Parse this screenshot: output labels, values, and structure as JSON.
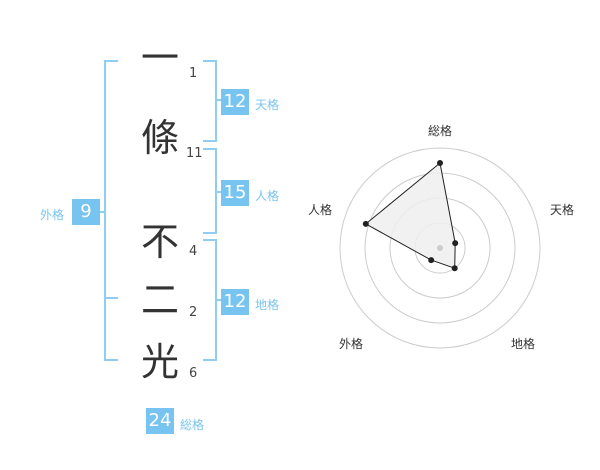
{
  "name": {
    "characters": [
      {
        "char": "一",
        "strokes": "1"
      },
      {
        "char": "條",
        "strokes": "11"
      },
      {
        "char": "不",
        "strokes": "4"
      },
      {
        "char": "二",
        "strokes": "2"
      },
      {
        "char": "光",
        "strokes": "6"
      }
    ]
  },
  "fortune": {
    "tenkaku": {
      "label": "天格",
      "value": "12"
    },
    "jinkaku": {
      "label": "人格",
      "value": "15"
    },
    "chikaku": {
      "label": "地格",
      "value": "12"
    },
    "gaikaku": {
      "label": "外格",
      "value": "9"
    },
    "soukaku": {
      "label": "総格",
      "value": "24"
    }
  },
  "radar": {
    "axes": [
      "総格",
      "天格",
      "地格",
      "外格",
      "人格"
    ],
    "values": [
      0.85,
      0.16,
      0.25,
      0.15,
      0.78
    ],
    "rings": 4,
    "colors": {
      "fill": "#eeeeee",
      "stroke": "#222222",
      "ring": "#cccccc",
      "point": "#222222",
      "center": "#cccccc"
    }
  },
  "colors": {
    "accent": "#78c4f0",
    "bracket": "#8fcdf2"
  }
}
